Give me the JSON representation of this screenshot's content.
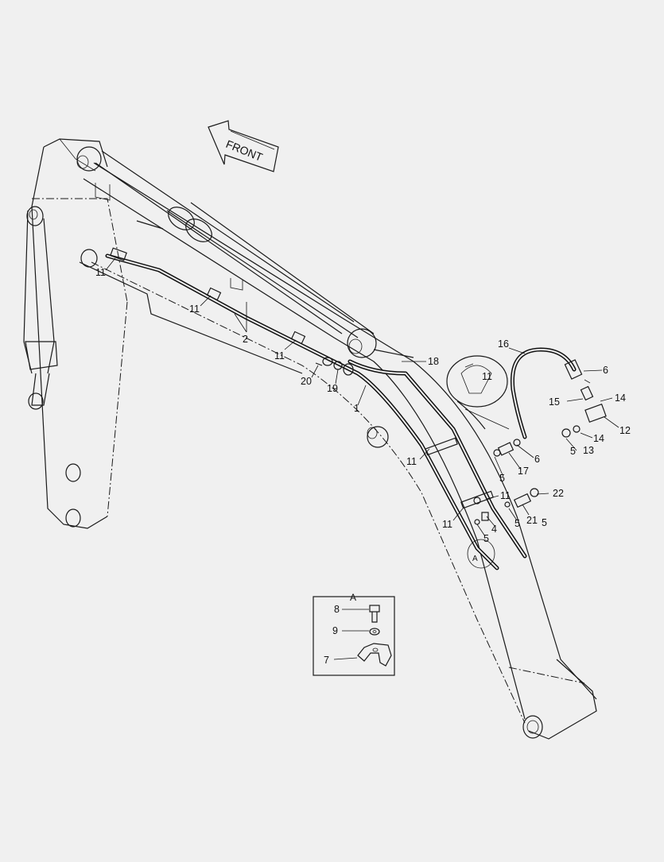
{
  "diagram": {
    "front_label": "FRONT",
    "detail_label": "A",
    "view_marker": "A",
    "callouts": {
      "c1": "1",
      "c2": "2",
      "c4": "4",
      "c5a": "5",
      "c5b": "5",
      "c5c": "5",
      "c5d": "5",
      "c6a": "6",
      "c6b": "6",
      "c7": "7",
      "c8": "8",
      "c9": "9",
      "c11a": "11",
      "c11b": "11",
      "c11c": "11",
      "c11d": "11",
      "c11e": "11",
      "c11f": "11",
      "c11g": "11",
      "c12": "12",
      "c13": "13",
      "c14a": "14",
      "c14b": "14",
      "c15": "15",
      "c16": "16",
      "c17": "17",
      "c18": "18",
      "c19": "19",
      "c20": "20",
      "c21": "21",
      "c22": "22"
    }
  }
}
